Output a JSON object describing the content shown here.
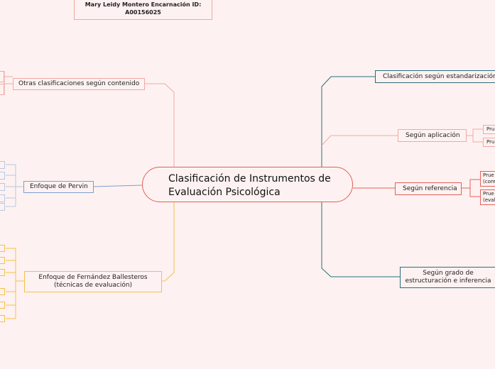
{
  "author": {
    "name": "Mary Leidy Montero Encarnación",
    "id": "ID: A00156025"
  },
  "center_title": {
    "line1": "Clasificación de Instrumentos",
    "line2": "de Evaluación Psicológica"
  },
  "left": {
    "otras": "Otras clasificaciones según contenido",
    "pervin": "Enfoque de Pervin",
    "fernandez_line1": "Enfoque de Fernández Ballesteros",
    "fernandez_line2": "(técnicas de evaluación)"
  },
  "right": {
    "estandarizacion": "Clasificación según estandarización",
    "aplicacion": "Según aplicación",
    "referencia": "Según referencia",
    "grado_line1": "Según grado de",
    "grado_line2": "estructuración e inferencia"
  },
  "leaves": {
    "aplicacion_1": "Pru",
    "aplicacion_2": "Pru",
    "referencia_1a": "Prue",
    "referencia_1b": "(com",
    "referencia_2a": "Prue",
    "referencia_2b": "(eval"
  },
  "colors": {
    "background": "#fdf2f1",
    "salmon": "#f0a9a4",
    "red": "#e2605a",
    "teal": "#2a6e7c",
    "blue": "#7a9fd1",
    "yellow": "#f5c04a"
  }
}
